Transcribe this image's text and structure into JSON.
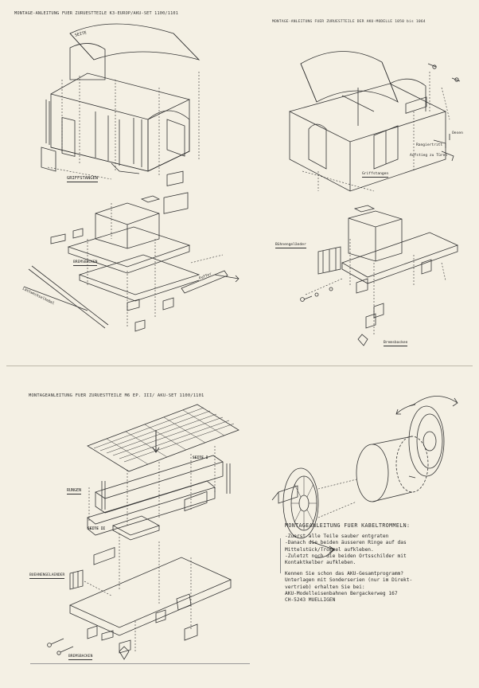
{
  "titles": {
    "q1": "MONTAGE-ANLEITUNG FUER ZURUESTTEILE K3-EUROP/AKU-SET 1100/1101",
    "q2": "MONTAGE-ANLEITUNG FUER ZURUESTTEILE DER AKU-MODELLE 1050 bis 1064",
    "q3": "MONTAGEANLEITUNG FUER ZURUESTTEILE M6 EP. III/ AKU-SET 1100/1101"
  },
  "labels_q1": {
    "griffstangen": "GRIFFSTANGEN",
    "bremsbacken": "BREMSBACKEN",
    "puffer": "Puffer",
    "lastwechsel": "Lastwechselhebel",
    "seite": "SEITE"
  },
  "labels_q2": {
    "oesen": "Oesen",
    "rangiertritt": "Rangiertritt",
    "aufstieg": "Aufstieg zu Türen",
    "griffstangen": "Griffstangen",
    "buehnen": "Bühnengeländer",
    "bremsbacken": "Bremsbacken"
  },
  "labels_q3": {
    "rungen": "RUNGEN",
    "seite1": "SEITE I",
    "seite2": "SEITE II",
    "buehnen": "BUEHNENGELAENDER",
    "bremsbacken": "BREMSBACKEN"
  },
  "kabel": {
    "heading": "MONTAGEANLEITUNG FUER KABELTROMMELN:",
    "steps": [
      "-Zuerst alle Teile sauber entgraten",
      "-Danach die beiden äusseren Ringe auf das",
      " Mittelstück/Trommel aufkleben.",
      "-Zuletzt noch die beiden Ortsschilder mit",
      " Kontaktkelber aufkleben."
    ],
    "info": [
      "Kennen Sie schon das AKU-Gesamtprogramm?",
      "Unterlagen mit Sonderserien (nur im Direkt-",
      "vertrieb) erhalten Sie bei:",
      "AKU-Modelleisenbahnen Bergackerweg 167",
      "CH-5243 MUELLIGEN"
    ]
  }
}
